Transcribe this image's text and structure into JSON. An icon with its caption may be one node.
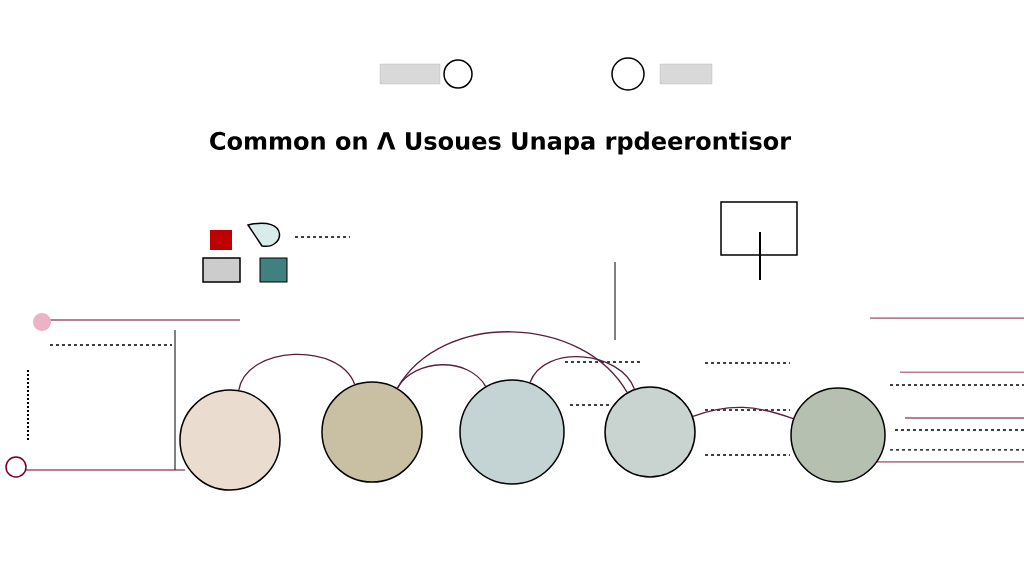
{
  "diagram": {
    "title": "Common on Λ Usoues Unapa rpdeerontisor",
    "nodes": [
      {
        "text": [],
        "shape": "circle"
      },
      {
        "text": [],
        "shape": "circle"
      },
      {
        "text": [],
        "shape": "circle"
      },
      {
        "text": [],
        "shape": "circle"
      },
      {
        "text": [],
        "shape": "circle"
      }
    ],
    "edges": [
      {
        "from": 0,
        "to": 1,
        "arrow": "none"
      },
      {
        "from": 1,
        "to": 2,
        "arrow": "none"
      },
      {
        "from": 1,
        "to": 3,
        "arrow": "none"
      },
      {
        "from": 2,
        "to": 3,
        "arrow": "none"
      },
      {
        "from": 3,
        "to": 4,
        "arrow": "none"
      }
    ]
  }
}
